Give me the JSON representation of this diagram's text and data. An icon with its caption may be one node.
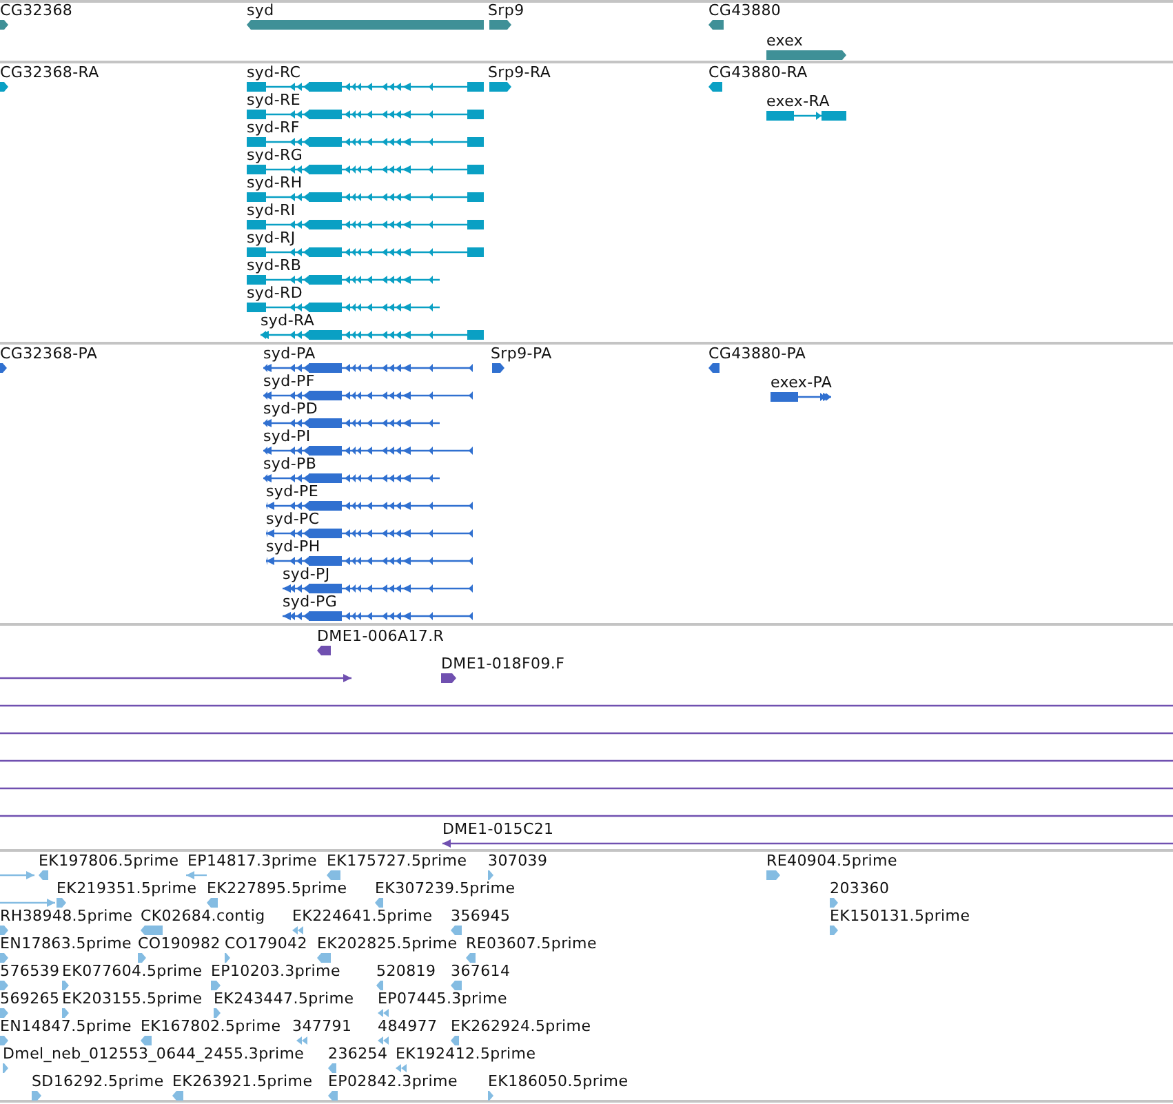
{
  "diagram": {
    "nodes": [
      {
        "text": [
          "CG32368"
        ]
      },
      {
        "text": [
          "syd"
        ]
      },
      {
        "text": [
          "Srp9"
        ]
      },
      {
        "text": [
          "CG43880"
        ]
      },
      {
        "text": [
          "exex"
        ]
      },
      {
        "text": [
          "CG32368-RA"
        ]
      },
      {
        "text": [
          "syd-RC"
        ]
      },
      {
        "text": [
          "syd-RE"
        ]
      },
      {
        "text": [
          "syd-RF"
        ]
      },
      {
        "text": [
          "syd-RG"
        ]
      },
      {
        "text": [
          "syd-RH"
        ]
      },
      {
        "text": [
          "syd-RI"
        ]
      },
      {
        "text": [
          "syd-RJ"
        ]
      },
      {
        "text": [
          "syd-RB"
        ]
      },
      {
        "text": [
          "syd-RD"
        ]
      },
      {
        "text": [
          "syd-RA"
        ]
      },
      {
        "text": [
          "Srp9-RA"
        ]
      },
      {
        "text": [
          "CG43880-RA"
        ]
      },
      {
        "text": [
          "exex-RA"
        ]
      },
      {
        "text": [
          "CG32368-PA"
        ]
      },
      {
        "text": [
          "syd-PA"
        ]
      },
      {
        "text": [
          "syd-PF"
        ]
      },
      {
        "text": [
          "syd-PD"
        ]
      },
      {
        "text": [
          "syd-PI"
        ]
      },
      {
        "text": [
          "syd-PB"
        ]
      },
      {
        "text": [
          "syd-PE"
        ]
      },
      {
        "text": [
          "syd-PC"
        ]
      },
      {
        "text": [
          "syd-PH"
        ]
      },
      {
        "text": [
          "syd-PJ"
        ]
      },
      {
        "text": [
          "syd-PG"
        ]
      },
      {
        "text": [
          "Srp9-PA"
        ]
      },
      {
        "text": [
          "CG43880-PA"
        ]
      },
      {
        "text": [
          "exex-PA"
        ]
      },
      {
        "text": [
          "DME1-006A17.R"
        ]
      },
      {
        "text": [],
        "shape": "line"
      },
      {
        "text": [
          "DME1-018F09.F"
        ]
      },
      {
        "text": [],
        "shape": "line"
      },
      {
        "text": [],
        "shape": "line"
      },
      {
        "text": [],
        "shape": "line"
      },
      {
        "text": [],
        "shape": "line"
      },
      {
        "text": [],
        "shape": "line"
      },
      {
        "text": [
          "DME1-015C21"
        ]
      },
      {
        "text": [],
        "shape": "line"
      },
      {
        "text": [
          "EK197806.5prime"
        ]
      },
      {
        "text": [
          "EP14817.3prime"
        ]
      },
      {
        "text": [
          "EK175727.5prime"
        ]
      },
      {
        "text": [
          "307039"
        ]
      },
      {
        "text": [
          "RE40904.5prime"
        ]
      },
      {
        "text": [],
        "shape": "line"
      },
      {
        "text": [
          "EK219351.5prime"
        ]
      },
      {
        "text": [
          "EK227895.5prime"
        ]
      },
      {
        "text": [
          "EK307239.5prime"
        ]
      },
      {
        "text": [
          "203360"
        ]
      },
      {
        "text": [
          "RH38948.5prime"
        ]
      },
      {
        "text": [
          "CK02684.contig"
        ]
      },
      {
        "text": [
          "EK224641.5prime"
        ]
      },
      {
        "text": [
          "356945"
        ]
      },
      {
        "text": [
          "EK150131.5prime"
        ]
      },
      {
        "text": [
          "EN17863.5prime"
        ]
      },
      {
        "text": [
          "CO190982"
        ]
      },
      {
        "text": [
          "CO179042"
        ]
      },
      {
        "text": [
          "EK202825.5prime"
        ]
      },
      {
        "text": [
          "RE03607.5prime"
        ]
      },
      {
        "text": [
          "576539"
        ]
      },
      {
        "text": [
          "EK077604.5prime"
        ]
      },
      {
        "text": [
          "EP10203.3prime"
        ]
      },
      {
        "text": [
          "520819"
        ]
      },
      {
        "text": [
          "367614"
        ]
      },
      {
        "text": [
          "569265"
        ]
      },
      {
        "text": [
          "EK203155.5prime"
        ]
      },
      {
        "text": [
          "EK243447.5prime"
        ]
      },
      {
        "text": [
          "EP07445.3prime"
        ]
      },
      {
        "text": [
          "EN14847.5prime"
        ]
      },
      {
        "text": [
          "EK167802.5prime"
        ]
      },
      {
        "text": [
          "347791"
        ]
      },
      {
        "text": [
          "484977"
        ]
      },
      {
        "text": [
          "EK262924.5prime"
        ]
      },
      {
        "text": [
          "Dmel_neb_012553_0644_2455.3prime"
        ]
      },
      {
        "text": [
          "236254"
        ]
      },
      {
        "text": [
          "EK192412.5prime"
        ]
      },
      {
        "text": [
          "SD16292.5prime"
        ]
      },
      {
        "text": [
          "EK263921.5prime"
        ]
      },
      {
        "text": [
          "EP02842.3prime"
        ]
      },
      {
        "text": [
          "EK186050.5prime"
        ]
      }
    ]
  }
}
